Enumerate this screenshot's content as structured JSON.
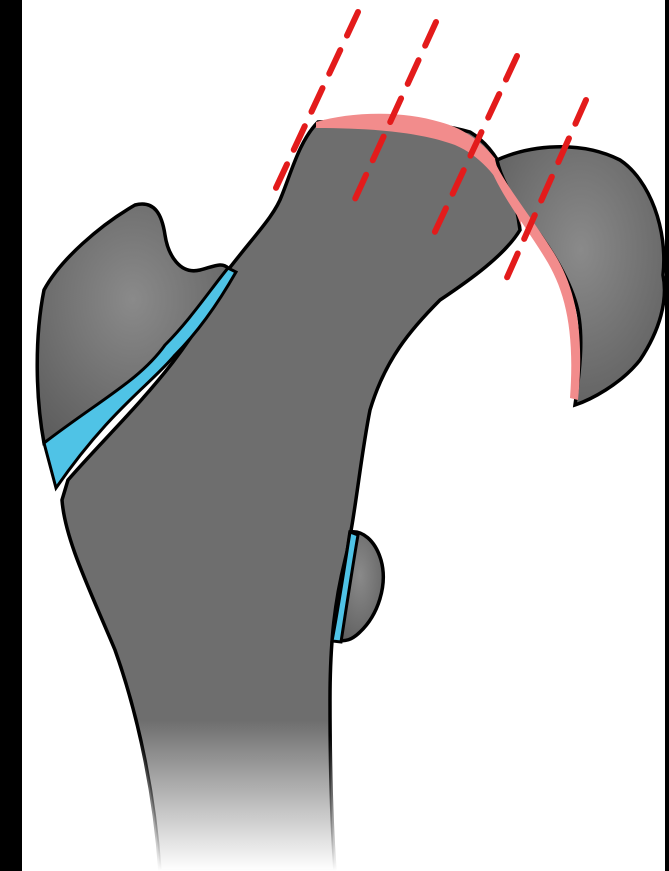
{
  "figure": {
    "colors": {
      "background_outer": "#000000",
      "background_inner": "#ffffff",
      "bone_fill": "#6e6e6e",
      "bone_outline": "#000000",
      "growth_plate": "#4fc3e6",
      "cut_line": "#e31b1b",
      "cut_surface": "#f28c8c"
    },
    "parts": {
      "shaft": "bone-shaft",
      "greater_trochanter": "greater-trochanter",
      "lesser_trochanter": "lesser-trochanter",
      "femoral_neck": "femoral-neck",
      "femoral_head": "femoral-head"
    },
    "cut_line_count": 4,
    "growth_plate_count": 2
  }
}
